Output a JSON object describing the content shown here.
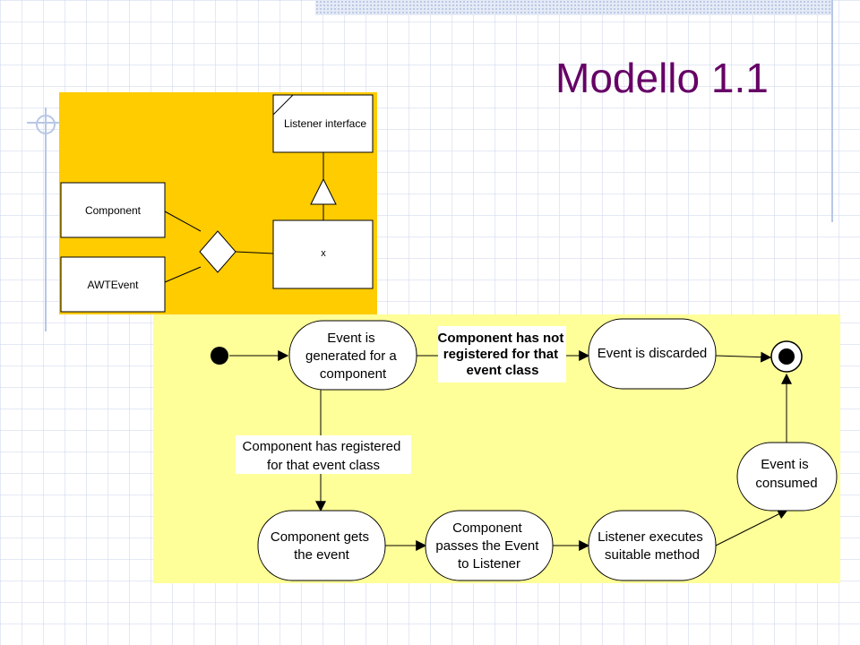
{
  "slide": {
    "title": "Modello 1.1"
  },
  "class_diagram": {
    "listener_interface": "Listener interface",
    "component": "Component",
    "awt_event": "AWTEvent",
    "x_class": "x"
  },
  "activity_diagram": {
    "event_generated": [
      "Event is",
      "generated for a",
      "component"
    ],
    "not_registered": [
      "Component has not",
      "registered for that",
      "event class"
    ],
    "event_discarded": "Event is discarded",
    "has_registered": [
      "Component has registered",
      "for that event class"
    ],
    "gets_event": [
      "Component gets",
      "the event"
    ],
    "passes_event": [
      "Component",
      "passes the Event",
      "to Listener"
    ],
    "listener_executes": [
      "Listener executes",
      "suitable method"
    ],
    "event_consumed": [
      "Event is",
      "consumed"
    ]
  },
  "colors": {
    "title": "#660066",
    "class_bg": "#ffcc00",
    "activity_bg": "#ffff99"
  }
}
